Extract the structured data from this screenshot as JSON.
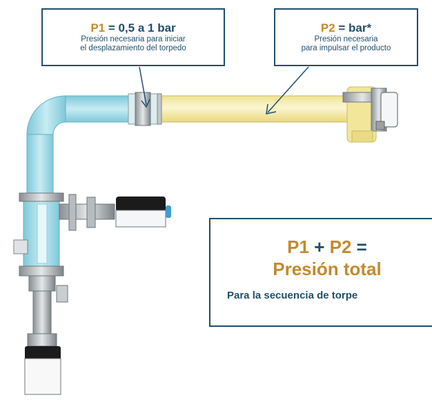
{
  "callouts": {
    "p1": {
      "symbol": "P1",
      "value": "= 0,5 a 1 bar",
      "line1": "Presión necesaria para iniciar",
      "line2": "el desplazamiento del torpedo"
    },
    "p2": {
      "symbol": "P2",
      "value": "= bar*",
      "line1": "Presión necesaria",
      "line2": "para impulsar el producto"
    },
    "total": {
      "p1": "P1",
      "plus": "+",
      "p2": "P2",
      "equals": "=",
      "title": "Presión total",
      "subtitle": "Para la secuencia de torpe"
    }
  },
  "colors": {
    "navy": "#1f4e6b",
    "gold": "#c48a2c",
    "pipe_blue": "#9fd8e4",
    "pipe_yellow": "#f4eca9"
  }
}
